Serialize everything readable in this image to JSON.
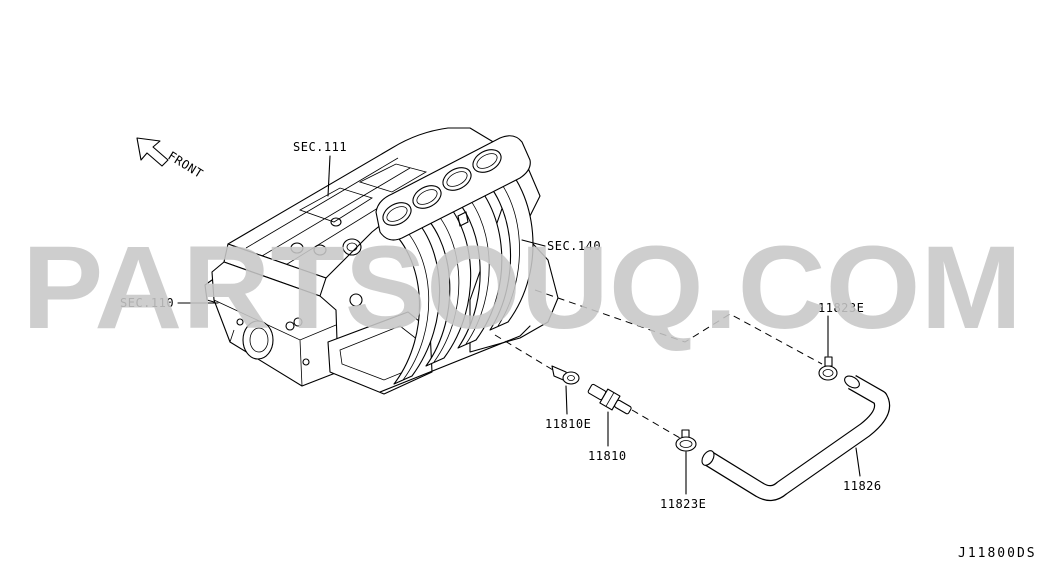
{
  "diagram": {
    "watermark": "PARTSOUQ.COM",
    "orientation_label": "FRONT",
    "section_refs": {
      "sec_111": "SEC.111",
      "sec_140": "SEC.140",
      "sec_110": "SEC.110"
    },
    "callouts": {
      "clamp_upper": "11823E",
      "grommet": "11810E",
      "pcv_valve": "11810",
      "clamp_lower": "11823E",
      "hose": "11826"
    },
    "diagram_code": "J11800DS"
  },
  "colors": {
    "line": "#000000",
    "watermark": "#c8c8c8",
    "background": "#ffffff"
  }
}
